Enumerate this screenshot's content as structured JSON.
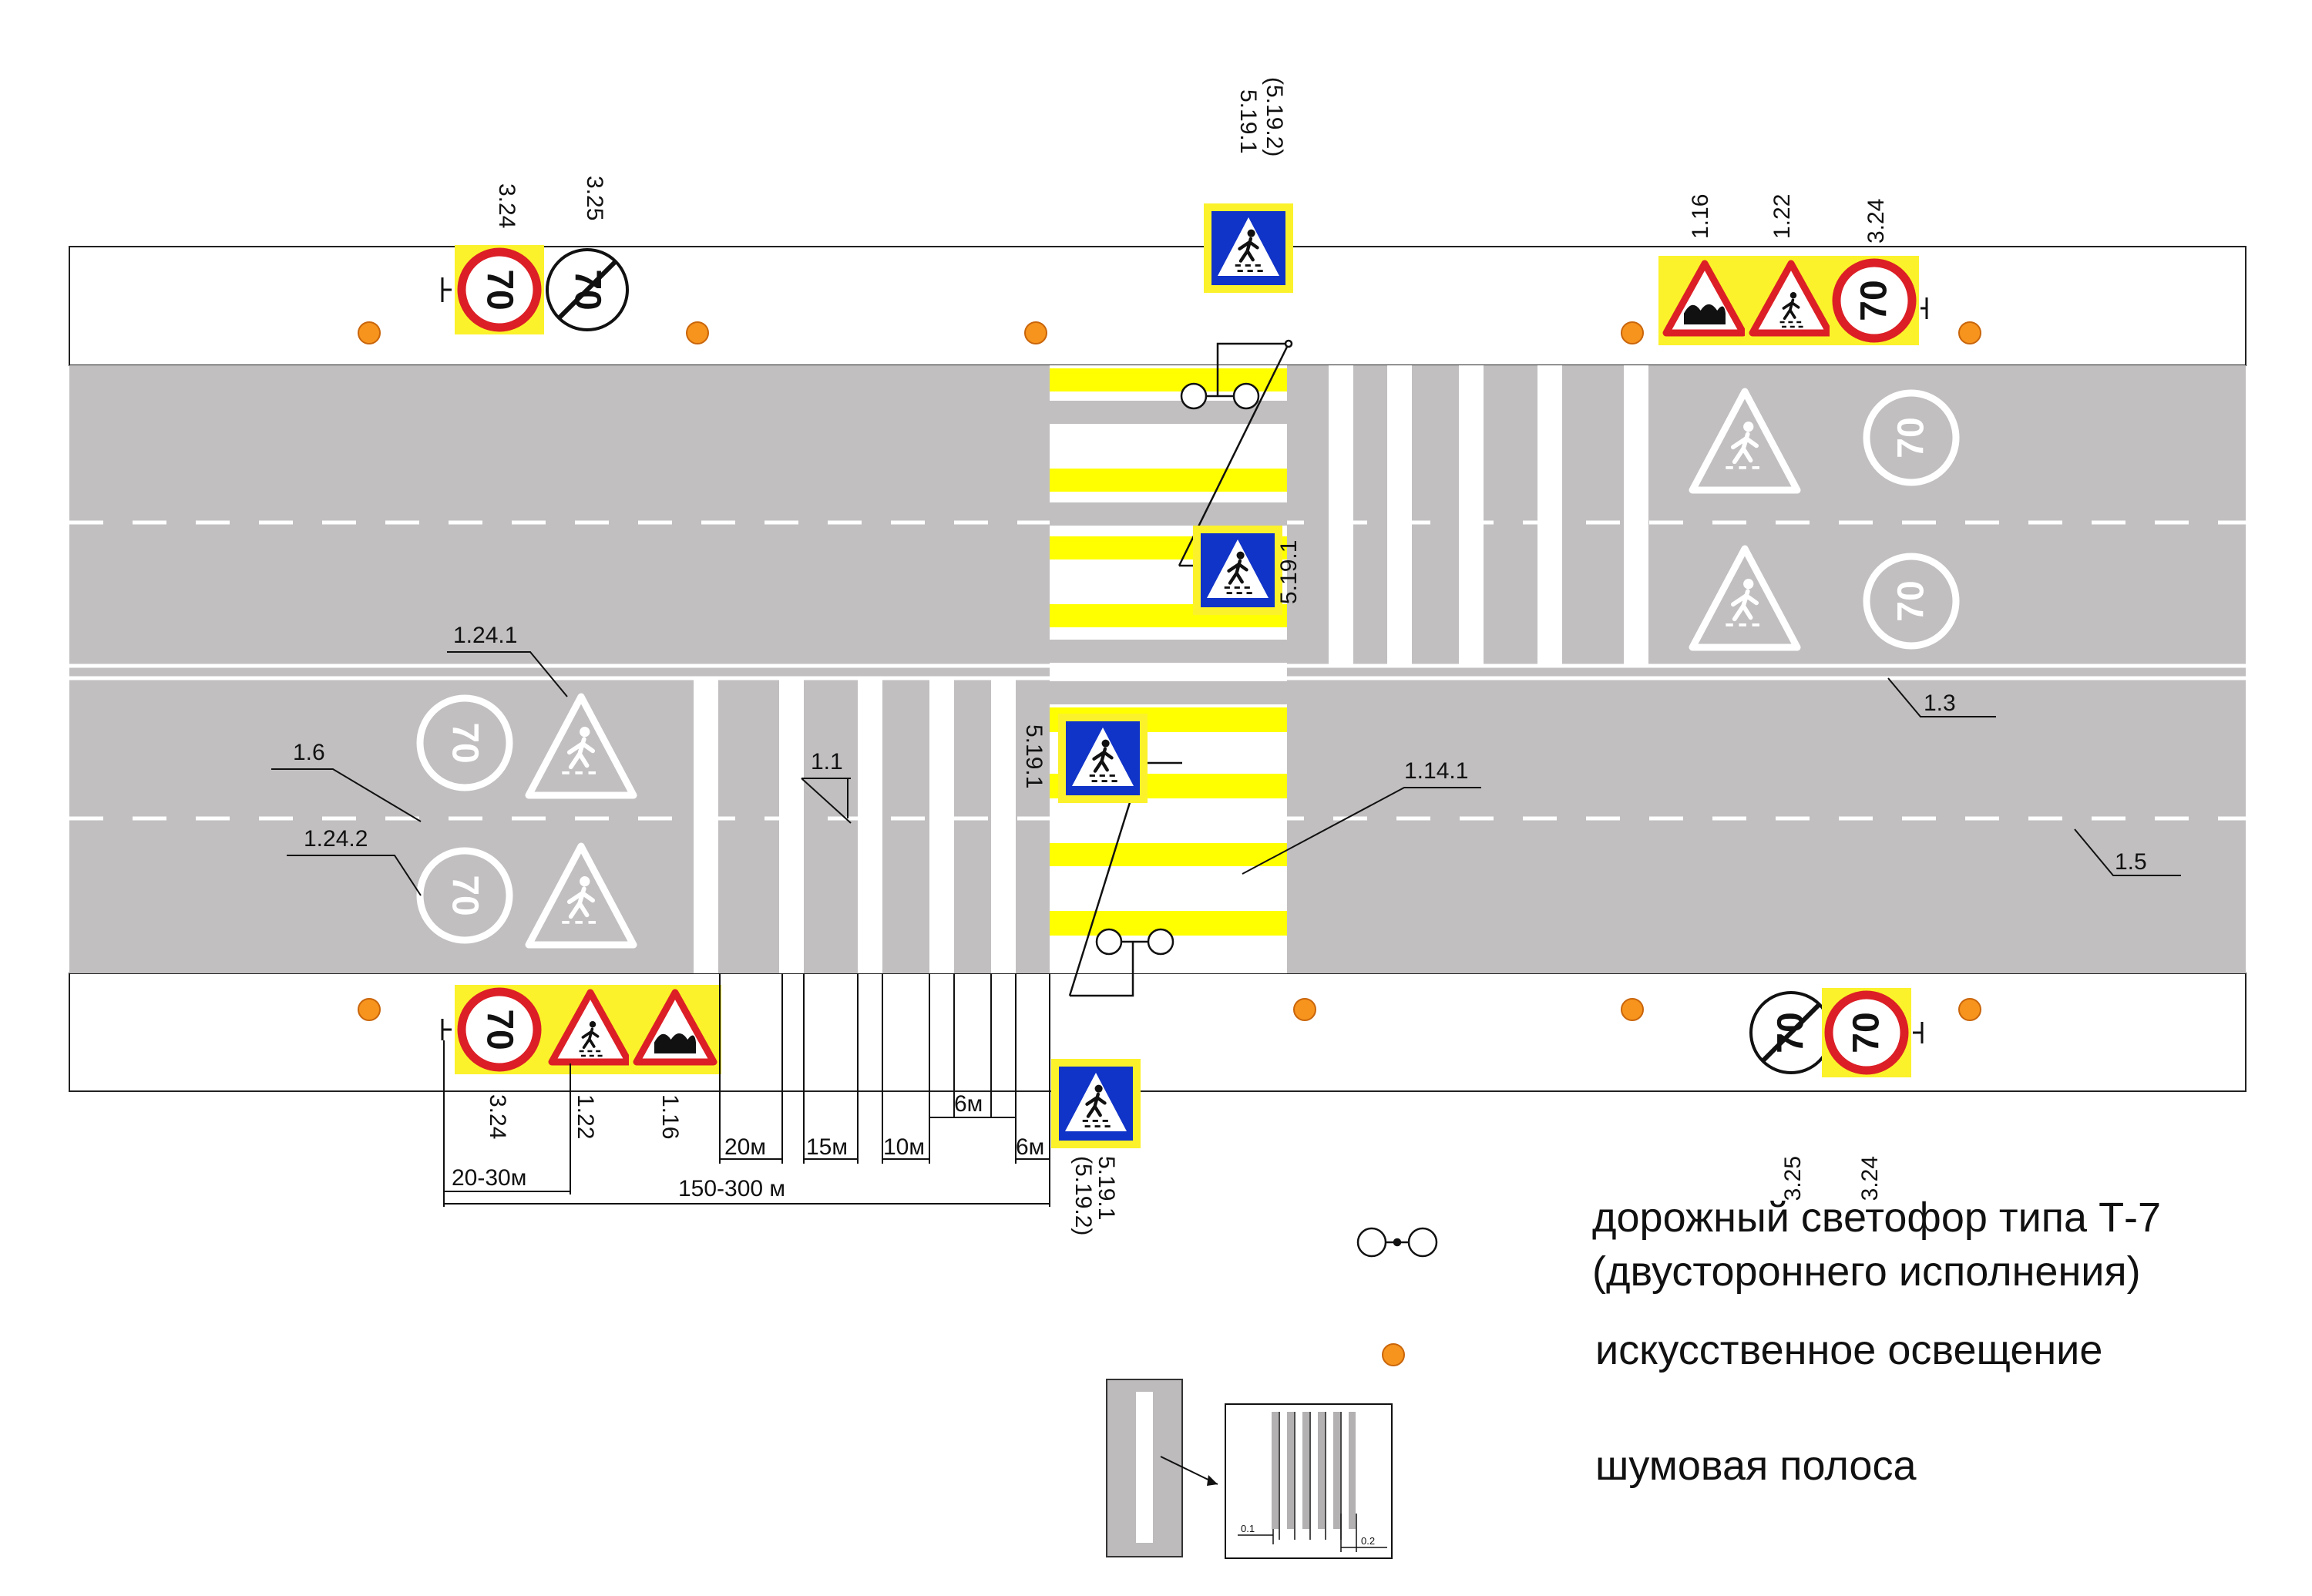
{
  "colors": {
    "road": "#c1bfc0",
    "shoulder": "#ffffff",
    "marking": "#ffffff",
    "crossing_yellow": "#ffff00",
    "sign_plate": "#fbf22b",
    "sign_blue": "#1033c8",
    "sign_red": "#dc1f26",
    "lamp": "#f7941d"
  },
  "signs": {
    "speed_value": "70",
    "end_speed_value": "70",
    "top_left": {
      "speed_code": "3.24",
      "end_code": "3.25"
    },
    "top_center": {
      "code": "5.19.1",
      "alt_code": "(5.19.2)"
    },
    "top_right": {
      "c1": "1.16",
      "c2": "1.22",
      "c3": "3.24"
    },
    "mid_right": {
      "code": "5.19.1"
    },
    "mid_left": {
      "code": "5.19.1"
    },
    "bottom_left": {
      "c1": "3.24",
      "c2": "1.22",
      "c3": "1.16"
    },
    "bottom_center": {
      "code": "5.19.1",
      "alt_code": "(5.19.2)"
    },
    "bottom_right": {
      "c1": "3.25",
      "c2": "3.24"
    }
  },
  "markings": {
    "road_speed": "70",
    "label_1_24_1": "1.24.1",
    "label_1_6": "1.6",
    "label_1_24_2": "1.24.2",
    "label_1_1": "1.1",
    "label_1_14_1": "1.14.1",
    "label_1_3": "1.3",
    "label_1_5": "1.5"
  },
  "dimensions": {
    "d20": "20м",
    "d15": "15м",
    "d10": "10м",
    "d6a": "6м",
    "d6b": "6м",
    "d20_30": "20-30м",
    "d150_300": "150-300 м"
  },
  "legend": {
    "traffic_light_line1": "дорожный светофор типа Т-7",
    "traffic_light_line2": "(двустороннего исполнения)",
    "lighting": "искусственное освещение",
    "rumble_strip": "шумовая полоса",
    "detail_small": "0.1",
    "detail_large": "0.2"
  }
}
